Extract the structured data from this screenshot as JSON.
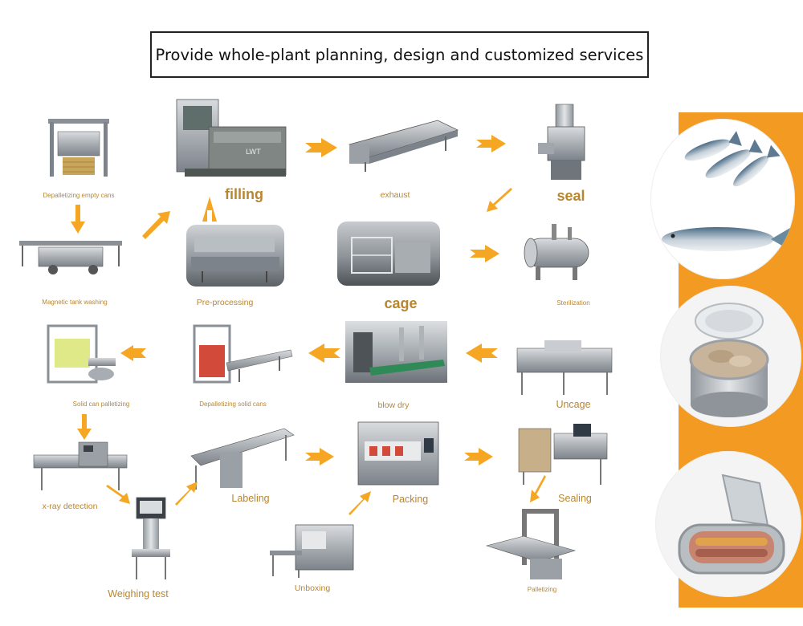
{
  "title": "Provide whole-plant planning, design and customized services",
  "steps": {
    "depalletizing_empty": "Depalletizing empty cans",
    "filling": "filling",
    "exhaust": "exhaust",
    "seal": "seal",
    "magnetic_washing": "Magnetic tank washing",
    "pre_processing": "Pre-processing",
    "cage": "cage",
    "sterilization": "Sterilization",
    "solid_palletizing": "Solid can palletizing",
    "depalletizing_solid": "Depalletizing solid cans",
    "blow_dry": "blow dry",
    "uncage": "Uncage",
    "xray": "x-ray detection",
    "labeling": "Labeling",
    "packing": "Packing",
    "sealing": "Sealing",
    "weighing": "Weighing test",
    "unboxing": "Unboxing",
    "palletizing": "Palletizing"
  },
  "filler_brand": "LWT",
  "colors": {
    "label": "#b8862f",
    "arrow": "#f5a623",
    "strip": "#f39a22"
  }
}
